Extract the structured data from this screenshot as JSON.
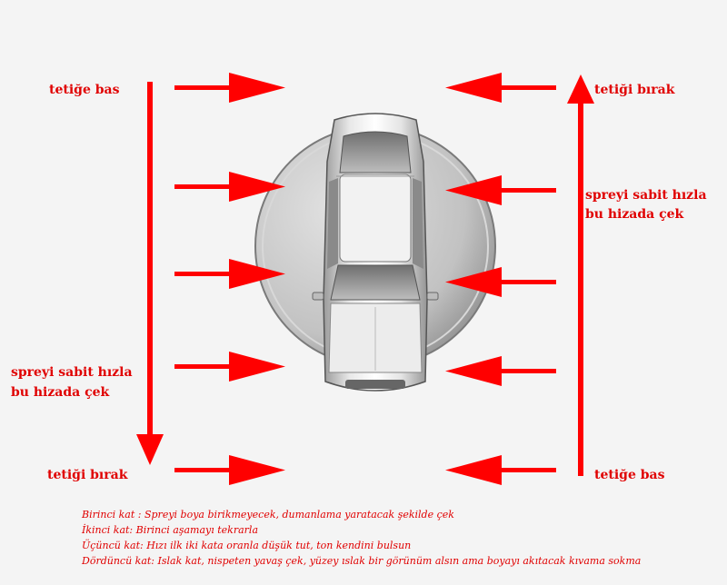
{
  "labels": {
    "top_left": "tetiğe bas",
    "top_right": "tetiği bırak",
    "mid_right_line1": "spreyi sabit hızla",
    "mid_right_line2": "bu hizada çek",
    "mid_left_line1": "spreyi sabit hızla",
    "mid_left_line2": "bu hizada çek",
    "bottom_left": "tetiği bırak",
    "bottom_right": "tetiğe bas"
  },
  "notes": [
    "Birinci kat : Spreyi boya birikmeyecek, dumanlama yaratacak şekilde çek",
    "İkinci kat: Birinci aşamayı tekrarla",
    "Üçüncü kat: Hızı ilk iki kata oranla düşük tut, ton kendini bulsun",
    "Dördüncü kat: Islak kat, nispeten yavaş çek, yüzey ıslak bir görünüm alsın ama boyayı akıtacak kıvama sokma"
  ],
  "colors": {
    "arrow": "#ff0000",
    "text": "#e00000",
    "background": "#f4f4f4"
  },
  "icons": {
    "subject": "car-top-view-icon",
    "turntable": "turntable-disc"
  }
}
